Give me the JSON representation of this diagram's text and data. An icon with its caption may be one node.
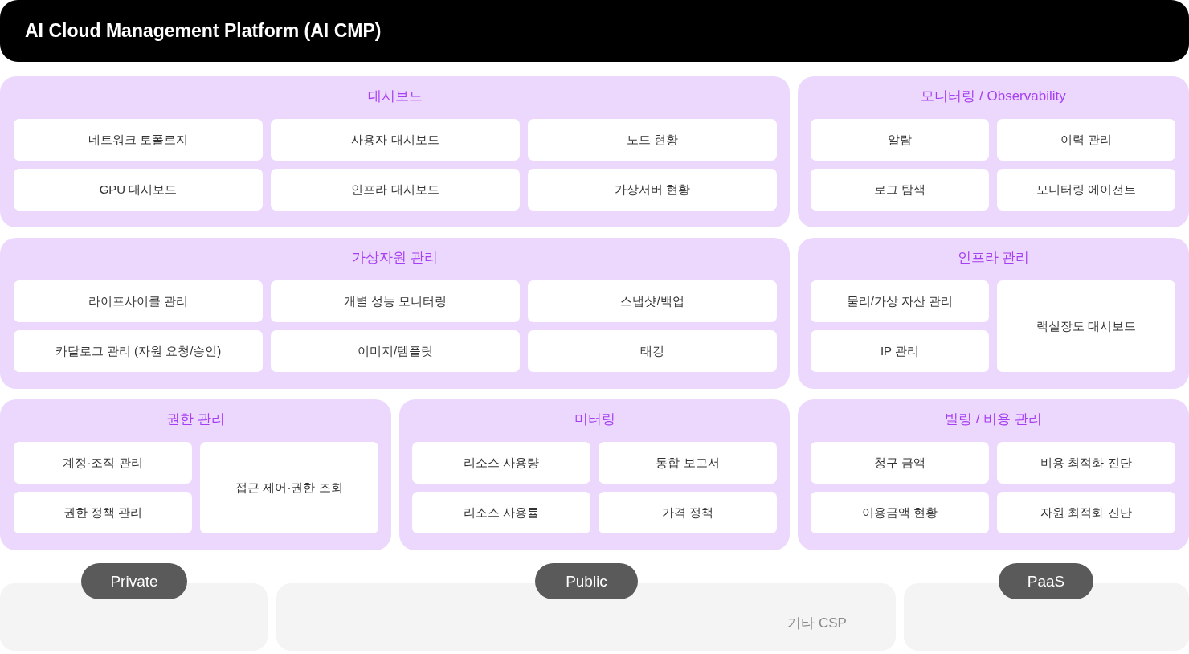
{
  "diagram": {
    "title": "AI Cloud Management Platform (AI CMP)",
    "nodes": [
      {
        "text": [
          "대시보드"
        ]
      },
      {
        "text": [
          "네트워크 토폴로지"
        ],
        "in": 0
      },
      {
        "text": [
          "사용자 대시보드"
        ],
        "in": 0
      },
      {
        "text": [
          "노드 현황"
        ],
        "in": 0
      },
      {
        "text": [
          "GPU 대시보드"
        ],
        "in": 0
      },
      {
        "text": [
          "인프라 대시보드"
        ],
        "in": 0
      },
      {
        "text": [
          "가상서버 현황"
        ],
        "in": 0
      },
      {
        "text": [
          "모니터링 / Observability"
        ]
      },
      {
        "text": [
          "알람"
        ],
        "in": 7
      },
      {
        "text": [
          "이력 관리"
        ],
        "in": 7
      },
      {
        "text": [
          "로그 탐색"
        ],
        "in": 7
      },
      {
        "text": [
          "모니터링 에이전트"
        ],
        "in": 7
      },
      {
        "text": [
          "가상자원 관리"
        ]
      },
      {
        "text": [
          "라이프사이클 관리"
        ],
        "in": 12
      },
      {
        "text": [
          "개별 성능 모니터링"
        ],
        "in": 12
      },
      {
        "text": [
          "스냅샷/백업"
        ],
        "in": 12
      },
      {
        "text": [
          "카탈로그 관리 (자원 요청/승인)"
        ],
        "in": 12
      },
      {
        "text": [
          "이미지/템플릿"
        ],
        "in": 12
      },
      {
        "text": [
          "태깅"
        ],
        "in": 12
      },
      {
        "text": [
          "인프라 관리"
        ]
      },
      {
        "text": [
          "물리/가상 자산 관리"
        ],
        "in": 19
      },
      {
        "text": [
          "랙실장도 대시보드"
        ],
        "in": 19
      },
      {
        "text": [
          "IP 관리"
        ],
        "in": 19
      },
      {
        "text": [
          "권한 관리"
        ]
      },
      {
        "text": [
          "계정·조직 관리"
        ],
        "in": 23
      },
      {
        "text": [
          "접근 제어·권한 조회"
        ],
        "in": 23
      },
      {
        "text": [
          "권한 정책 관리"
        ],
        "in": 23
      },
      {
        "text": [
          "미터링"
        ]
      },
      {
        "text": [
          "리소스 사용량"
        ],
        "in": 27
      },
      {
        "text": [
          "통합 보고서"
        ],
        "in": 27
      },
      {
        "text": [
          "리소스 사용률"
        ],
        "in": 27
      },
      {
        "text": [
          "가격 정책"
        ],
        "in": 27
      },
      {
        "text": [
          "빌링 / 비용 관리"
        ]
      },
      {
        "text": [
          "청구 금액"
        ],
        "in": 32
      },
      {
        "text": [
          "비용 최적화 진단"
        ],
        "in": 32
      },
      {
        "text": [
          "이용금액 현황"
        ],
        "in": 32
      },
      {
        "text": [
          "자원 최적화 진단"
        ],
        "in": 32
      },
      {
        "text": [
          "Private"
        ]
      },
      {
        "text": [],
        "shape": "box"
      },
      {
        "text": [
          "Public"
        ]
      },
      {
        "text": [
          "기타 CSP"
        ]
      },
      {
        "text": [
          "PaaS"
        ]
      },
      {
        "text": [],
        "shape": "box"
      }
    ]
  }
}
